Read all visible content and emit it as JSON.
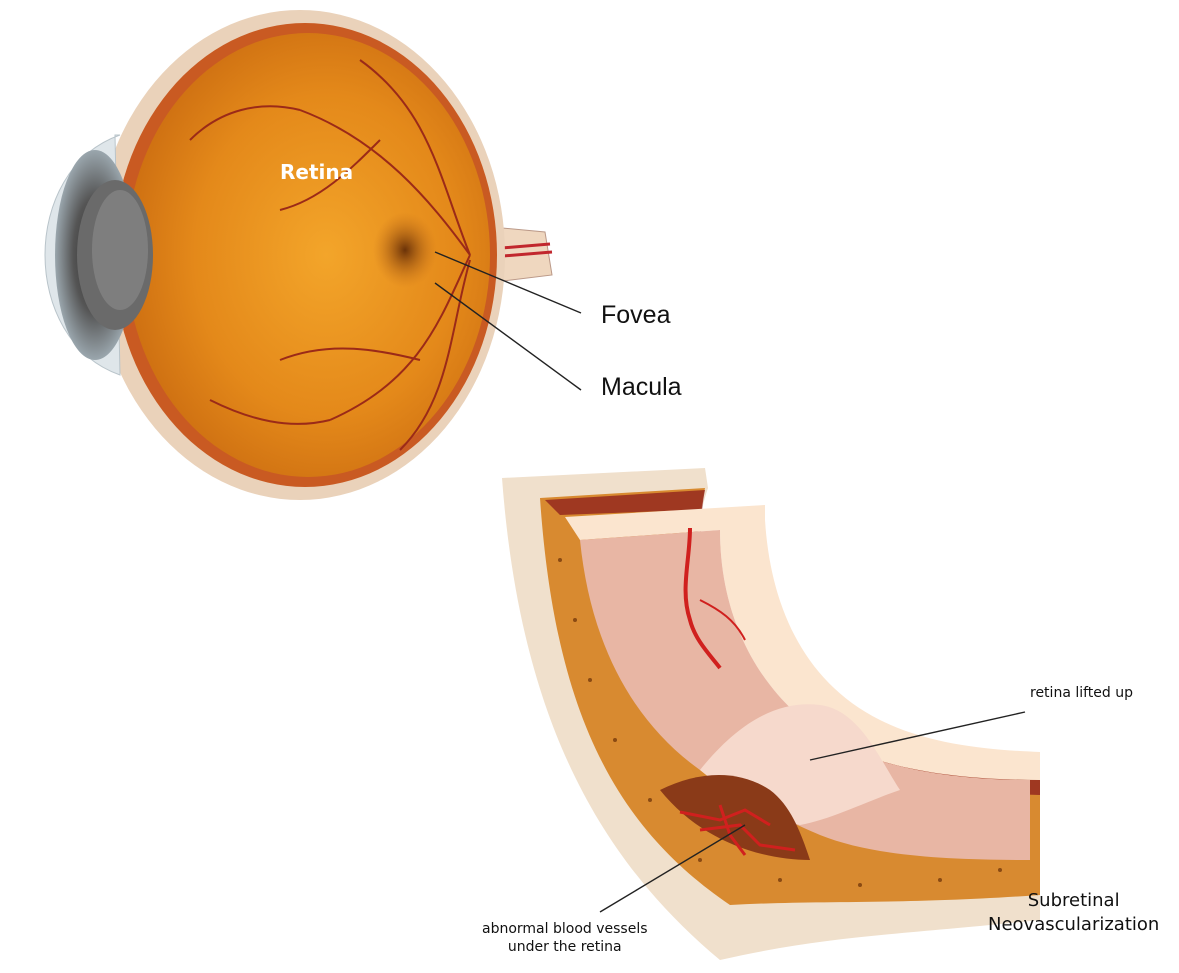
{
  "eye_figure": {
    "labels": {
      "retina": "Retina",
      "fovea": "Fovea",
      "macula": "Macula"
    }
  },
  "cross_section_figure": {
    "labels": {
      "retina_lifted": "retina lifted up",
      "abnormal_vessels_line1": "abnormal blood vessels",
      "abnormal_vessels_line2": "under the retina",
      "title_line1": "Subretinal",
      "title_line2": "Neovascularization"
    }
  },
  "colors": {
    "retina_orange": "#e08a1a",
    "sclera": "#f0ddc8",
    "vessel_red": "#c1272d",
    "tissue_pink": "#e8b6a4",
    "choroid_orange": "#d88a30"
  }
}
